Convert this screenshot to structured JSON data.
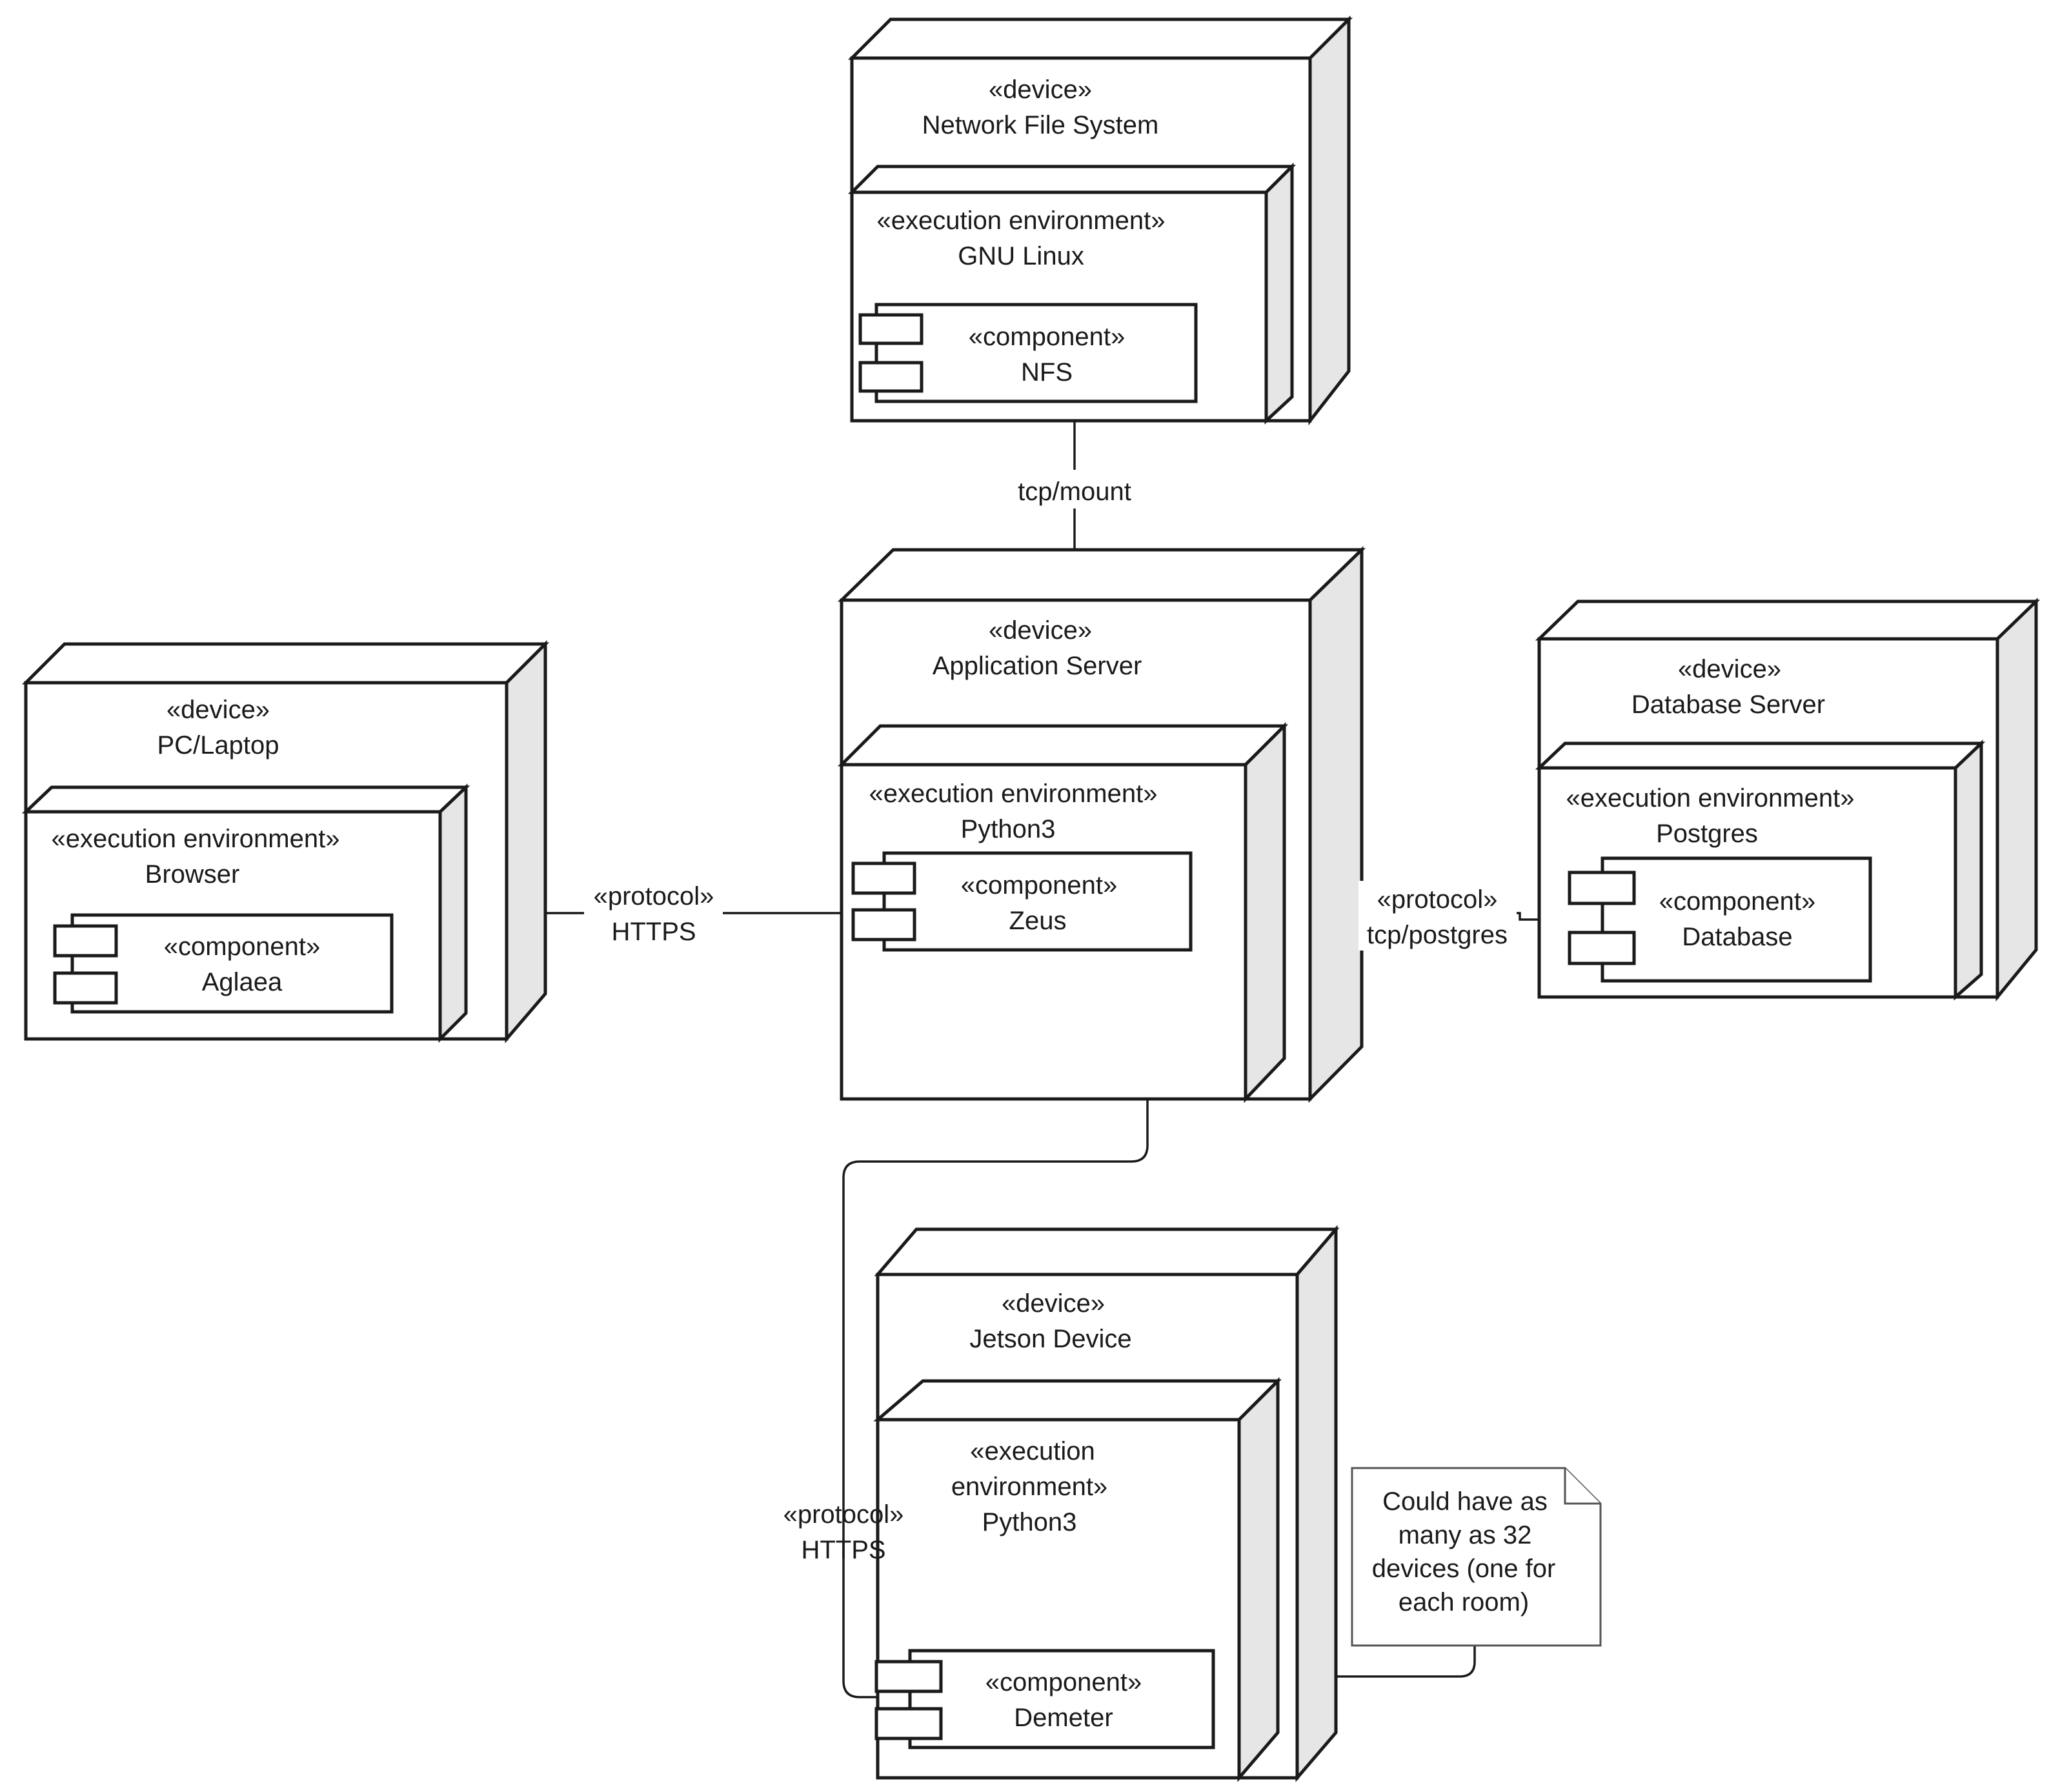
{
  "nodes": {
    "nfs": {
      "stereotype": "«device»",
      "name": "Network File System",
      "env": {
        "stereotype": "«execution environment»",
        "name": "GNU Linux"
      },
      "component": {
        "stereotype": "«component»",
        "name": "NFS"
      }
    },
    "pc": {
      "stereotype": "«device»",
      "name": "PC/Laptop",
      "env": {
        "stereotype": "«execution environment»",
        "name": "Browser"
      },
      "component": {
        "stereotype": "«component»",
        "name": "Aglaea"
      }
    },
    "app": {
      "stereotype": "«device»",
      "name": "Application Server",
      "env": {
        "stereotype": "«execution environment»",
        "name": "Python3"
      },
      "component": {
        "stereotype": "«component»",
        "name": "Zeus"
      }
    },
    "db": {
      "stereotype": "«device»",
      "name": "Database Server",
      "env": {
        "stereotype": "«execution environment»",
        "name": "Postgres"
      },
      "component": {
        "stereotype": "«component»",
        "name": "Database"
      }
    },
    "jetson": {
      "stereotype": "«device»",
      "name": "Jetson Device",
      "env": {
        "stereotype_line1": "«execution",
        "stereotype_line2": "environment»",
        "name": "Python3"
      },
      "component": {
        "stereotype": "«component»",
        "name": "Demeter"
      }
    }
  },
  "connections": {
    "nfs_app": {
      "label": "tcp/mount"
    },
    "pc_app": {
      "stereotype": "«protocol»",
      "label": "HTTPS"
    },
    "app_db": {
      "stereotype": "«protocol»",
      "label": "tcp/postgres"
    },
    "app_jetson": {
      "stereotype": "«protocol»",
      "label": "HTTPS"
    }
  },
  "note": {
    "lines": [
      "Could have as",
      "many as 32",
      "devices (one for",
      "each room)"
    ]
  }
}
